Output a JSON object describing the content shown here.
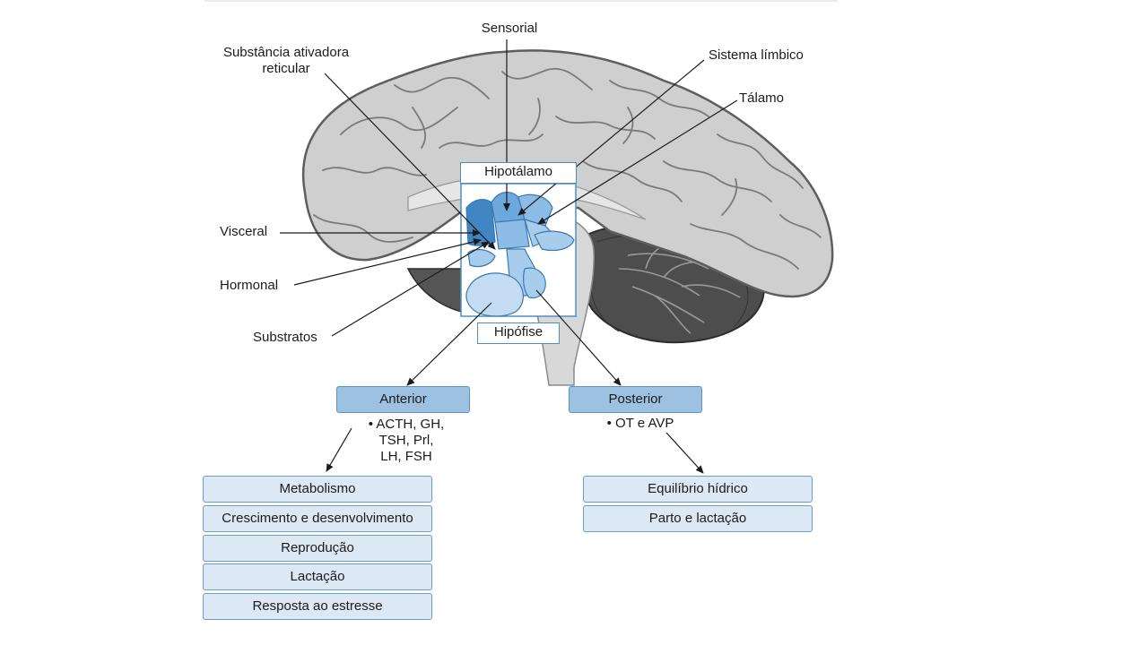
{
  "labels": {
    "sensorial": "Sensorial",
    "substancia": "Substância ativadora\nreticular",
    "sistema_limbico": "Sistema límbico",
    "talamo": "Tálamo",
    "visceral": "Visceral",
    "hormonal": "Hormonal",
    "substratos": "Substratos",
    "hipotalamo": "Hipotálamo",
    "hipofise": "Hipófise"
  },
  "anterior": {
    "title": "Anterior",
    "hormones": "• ACTH, GH,\nTSH, Prl,\nLH, FSH",
    "functions": [
      "Metabolismo",
      "Crescimento e desenvolvimento",
      "Reprodução",
      "Lactação",
      "Resposta ao estresse"
    ]
  },
  "posterior": {
    "title": "Posterior",
    "hormones": "• OT e AVP",
    "functions": [
      "Equilíbrio hídrico",
      "Parto e lactação"
    ]
  },
  "colors": {
    "cortex": "#cfcfcf",
    "cortex_outline": "#5e5e5e",
    "cerebellum": "#4a4a4a",
    "hypothalamus_dark": "#3f86c3",
    "hypothalamus_light": "#a8cdec",
    "box_header": "#9dc1e1",
    "box_item": "#dce8f4",
    "box_border": "#5b93c4"
  }
}
